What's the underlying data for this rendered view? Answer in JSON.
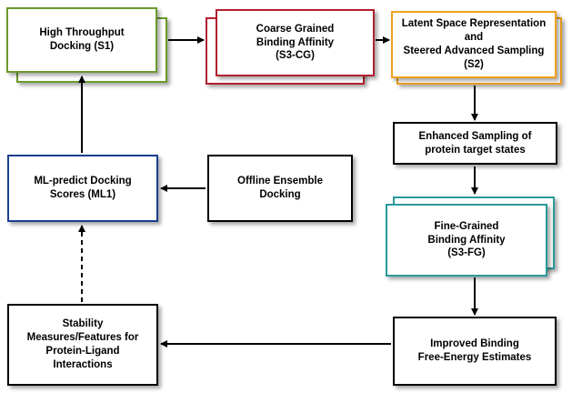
{
  "nodes": {
    "s1": {
      "label": "High Throughput\nDocking (S1)",
      "color": "#6a9a2a"
    },
    "s3cg": {
      "label": "Coarse Grained\nBinding Affinity\n(S3-CG)",
      "color": "#b22030"
    },
    "s2": {
      "label": "Latent Space Representation\nand\nSteered Advanced Sampling\n(S2)",
      "color": "#f0a020"
    },
    "enhanced": {
      "label": "Enhanced Sampling of\nprotein target states",
      "color": "#000000"
    },
    "s3fg": {
      "label": "Fine-Grained\nBinding Affinity\n(S3-FG)",
      "color": "#2a9a9a"
    },
    "improved": {
      "label": "Improved Binding\nFree-Energy Estimates",
      "color": "#000000"
    },
    "stability": {
      "label": "Stability\nMeasures/Features for\nProtein-Ligand\nInteractions",
      "color": "#000000"
    },
    "ml1": {
      "label": "ML-predict Docking\nScores (ML1)",
      "color": "#1a3f8f"
    },
    "offline": {
      "label": "Offline Ensemble\nDocking",
      "color": "#000000"
    }
  }
}
